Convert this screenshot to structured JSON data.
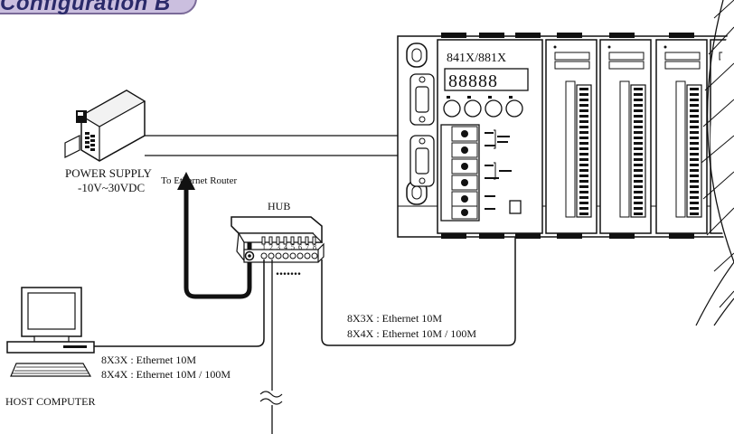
{
  "header": {
    "title": "Configuration B"
  },
  "device": {
    "model": "841X/881X",
    "display": "88888"
  },
  "labels": {
    "power_supply_title": "POWER SUPPLY",
    "power_supply_range": "-10V~30VDC",
    "router": "To Ethernet Router",
    "hub": "HUB",
    "hub_ports": [
      "1",
      "2",
      "3",
      "4",
      "5",
      "6",
      "7",
      "8"
    ],
    "host_computer": "HOST COMPUTER",
    "host_link_line1": "8X3X : Ethernet 10M",
    "host_link_line2": "8X4X : Ethernet 10M / 100M",
    "device_link_line1": "8X3X : Ethernet 10M",
    "device_link_line2": "8X4X : Ethernet 10M / 100M",
    "ellipsis": "......."
  }
}
